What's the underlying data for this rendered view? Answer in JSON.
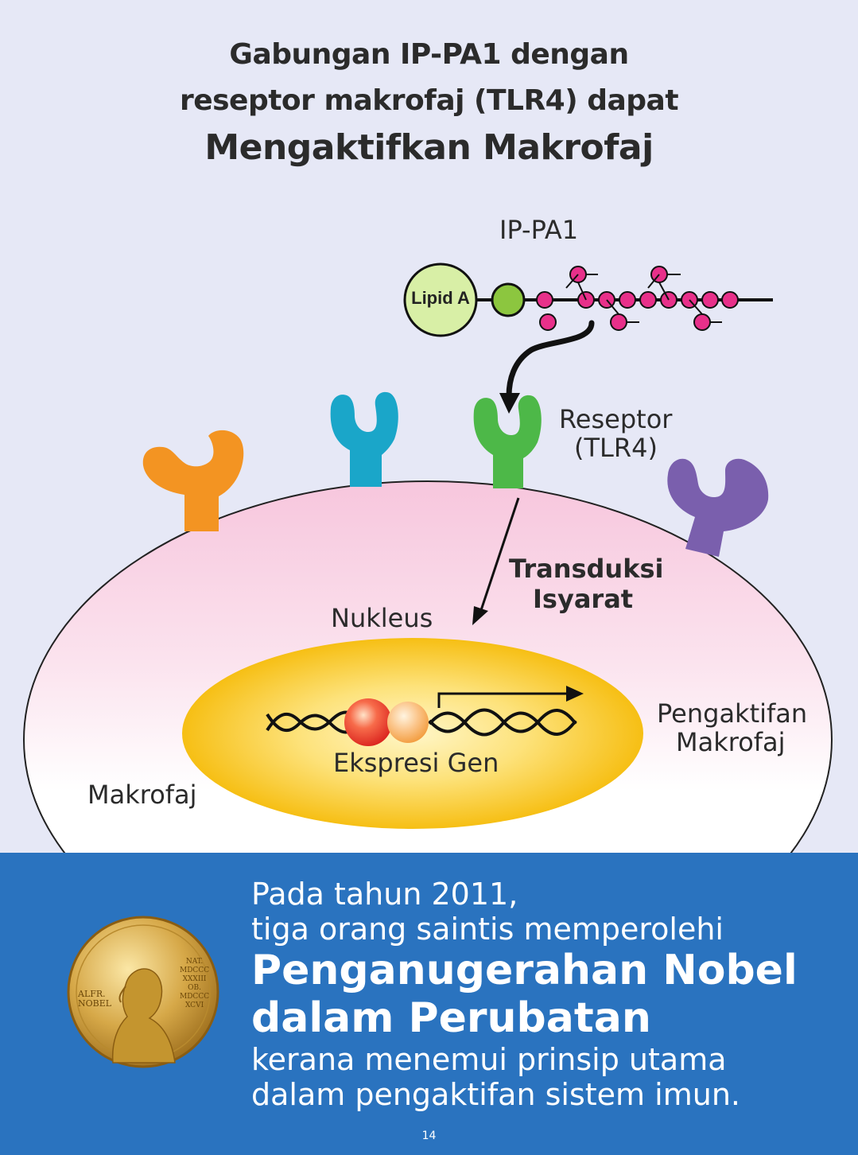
{
  "title": {
    "line1": "Gabungan IP-PA1 dengan",
    "line2": "reseptor makrofaj (TLR4) dapat",
    "line3": "Mengaktifkan Makrofaj"
  },
  "diagram": {
    "molecule_label": "IP-PA1",
    "lipid_label": "Lipid A",
    "receptor_label_line1": "Reseptor",
    "receptor_label_line2": "(TLR4)",
    "signal_label_line1": "Transduksi",
    "signal_label_line2": "Isyarat",
    "nucleus_label": "Nukleus",
    "gene_label": "Ekspresi Gen",
    "activation_label_line1": "Pengaktifan",
    "activation_label_line2": "Makrofaj",
    "cell_label": "Makrofaj",
    "colors": {
      "receptor_orange": "#f39422",
      "receptor_teal": "#1aa6c9",
      "receptor_green": "#4db848",
      "receptor_purple": "#7a5fad",
      "sugar_pink": "#e8308a",
      "lipid_fill": "#d8efa6",
      "nucleus_yellow": "#f7c21a"
    }
  },
  "banner": {
    "line1": "Pada tahun 2011,",
    "line2": "tiga orang saintis memperolehi",
    "line3": "Penganugerahan Nobel",
    "line4": "dalam Perubatan",
    "line5": "kerana menemui prinsip utama",
    "line6": "dalam pengaktifan sistem imun.",
    "medal_text_left_1": "ALFR.",
    "medal_text_left_2": "NOBEL",
    "medal_text_right_1": "NAT.",
    "medal_text_right_2": "MDCCC",
    "medal_text_right_3": "XXXIII",
    "medal_text_right_4": "OB.",
    "medal_text_right_5": "MDCCC",
    "medal_text_right_6": "XCVI",
    "background_color": "#2a73bf"
  },
  "page_number": "14"
}
